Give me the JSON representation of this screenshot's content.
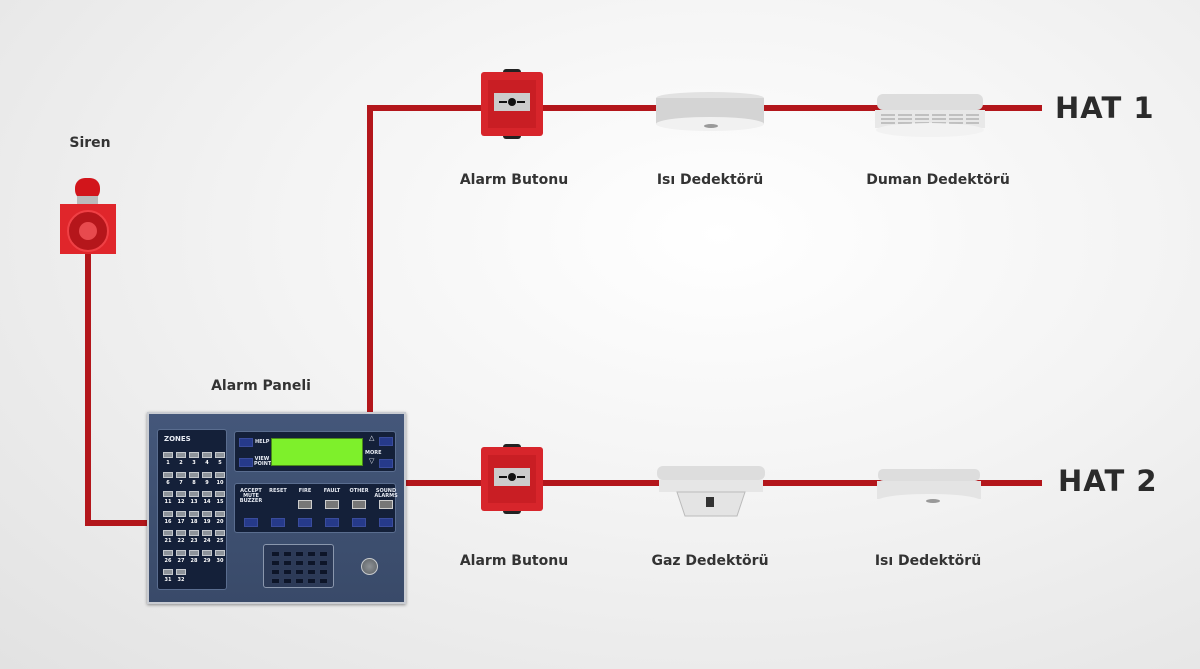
{
  "title": "Yangın Alarm Sistemi",
  "labels": {
    "siren": "Siren",
    "panel": "Alarm Paneli",
    "line1": {
      "name": "HAT 1",
      "devices": [
        "Alarm Butonu",
        "Isı Dedektörü",
        "Duman Dedektörü"
      ]
    },
    "line2": {
      "name": "HAT 2",
      "devices": [
        "Alarm Butonu",
        "Gaz Dedektörü",
        "Isı Dedektörü"
      ]
    }
  },
  "panel": {
    "zones_title": "ZONES",
    "zones": [
      "1",
      "2",
      "3",
      "4",
      "5",
      "6",
      "7",
      "8",
      "9",
      "10",
      "11",
      "12",
      "13",
      "14",
      "15",
      "16",
      "17",
      "18",
      "19",
      "20",
      "21",
      "22",
      "23",
      "24",
      "25",
      "26",
      "27",
      "28",
      "29",
      "30",
      "31",
      "32"
    ],
    "help": "HELP",
    "view_points": "VIEW POINTS",
    "more": "MORE",
    "buttons": [
      "ACCEPT MUTE BUZZER",
      "RESET",
      "FIRE",
      "FAULT",
      "OTHER",
      "SOUND ALARMS"
    ],
    "lcd_color": "#7ef02b"
  },
  "colors": {
    "wire": "#b3161b",
    "device_red": "#d7252b"
  }
}
